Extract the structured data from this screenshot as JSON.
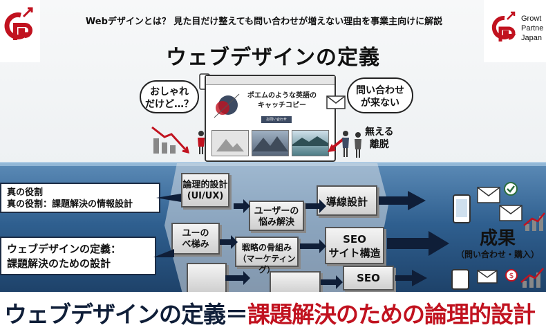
{
  "header": {
    "subtitle": "Webデザインとは？ 見た目だけ整えても問い合わせが増えない理由を事業主向けに解説",
    "title": "ウェブデザインの定義"
  },
  "logo": {
    "line1": "Growt",
    "line2": "Partne",
    "line3": "Japan",
    "brand_color": "#c1121f"
  },
  "bubbles": {
    "left_line1": "おしゃれ",
    "left_line2": "だけど…？",
    "right_line1": "問い合わせ",
    "right_line2": "が来ない"
  },
  "mockup": {
    "catch_line1": "ポエムのような英語の",
    "catch_line2": "キャッチコピー",
    "button_label": "お問い合わせ"
  },
  "leave": {
    "line1": "無える",
    "line2": "離脱"
  },
  "callouts": {
    "role_line1": "真の役割",
    "role_line2": "真の役割：課題解決の情報設計",
    "def_line1": "ウェブデザインの定義：",
    "def_line2": "課題解決のための設計"
  },
  "blocks": {
    "logic_line1": "論理的設計",
    "logic_line2": "(UI/UX)",
    "user_line1": "ユーザーの",
    "user_line2": "悩み解決",
    "flow": "導線設計",
    "base_line1": "ユーの",
    "base_line2": "べ梯み",
    "strategy_line1": "戦略の骨組み",
    "strategy_line2": "（マーケティング）",
    "seo_line1": "SEO",
    "seo_line2": "サイト構造",
    "seo_small": "SEO"
  },
  "result": {
    "title": "成果",
    "detail": "（問い合わせ・購入）"
  },
  "footer": {
    "part1": "ウェブデザインの定義＝",
    "part2": "課題解決のための論理的設計"
  },
  "colors": {
    "accent_red": "#c1121f",
    "navy": "#0f1e38",
    "water": "#2f5f8f"
  }
}
